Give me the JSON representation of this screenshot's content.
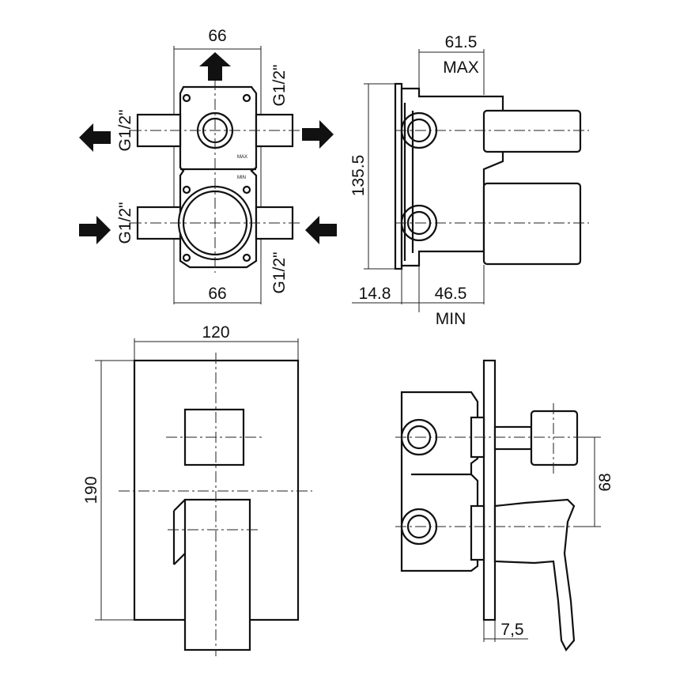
{
  "top_front_view": {
    "width_top": "66",
    "width_bottom": "66",
    "port_left_upper": "G1/2\"",
    "port_right_upper": "G1/2\"",
    "port_left_lower": "G1/2\"",
    "port_right_lower": "G1/2\"",
    "marking_1": "MAX",
    "marking_2": "MIN"
  },
  "top_side_view": {
    "depth_max_value": "61.5",
    "depth_max_label": "MAX",
    "height": "135.5",
    "offset": "14.8",
    "depth_min_value": "46.5",
    "depth_min_label": "MIN"
  },
  "plate_front_view": {
    "width": "120",
    "height": "190"
  },
  "assembly_side_view": {
    "handle_spacing": "68",
    "plate_thickness": "7,5"
  }
}
